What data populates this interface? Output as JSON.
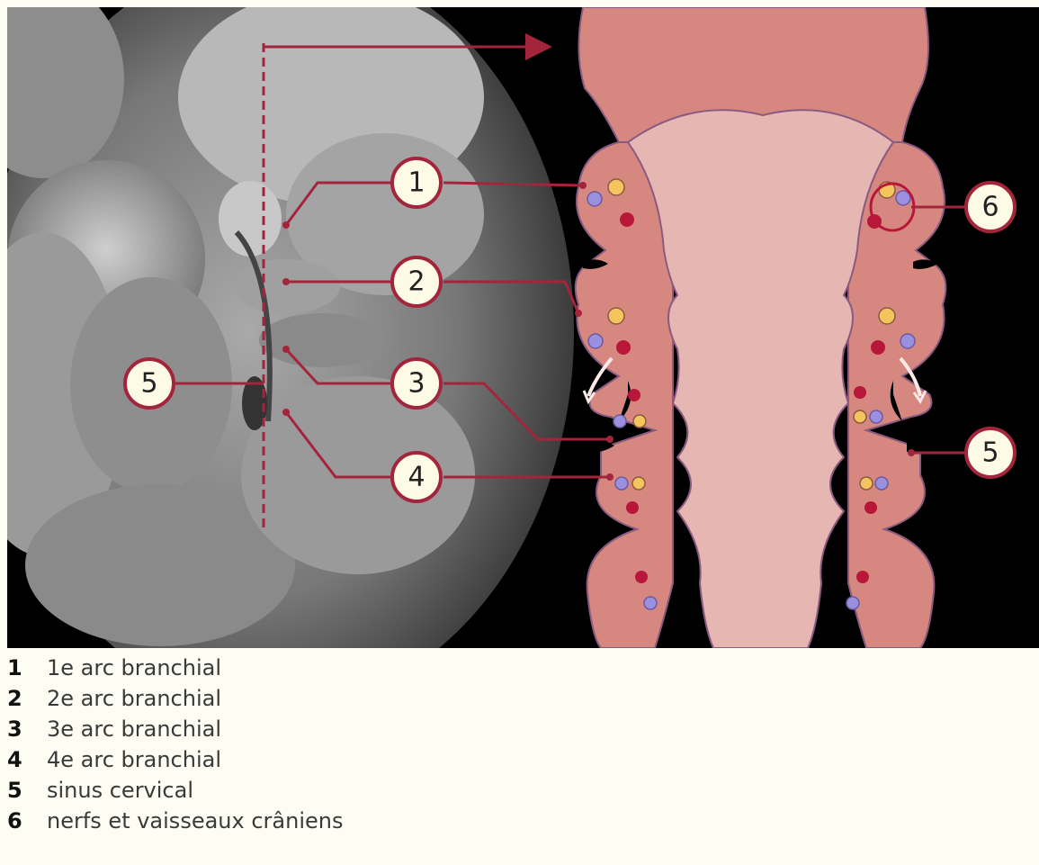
{
  "figure": {
    "callouts": {
      "c1": "1",
      "c2": "2",
      "c3": "3",
      "c4": "4",
      "c5_left": "5",
      "c5_right": "5",
      "c6": "6"
    }
  },
  "legend": [
    {
      "num": "1",
      "label": "1e arc branchial"
    },
    {
      "num": "2",
      "label": "2e arc branchial"
    },
    {
      "num": "3",
      "label": "3e arc branchial"
    },
    {
      "num": "4",
      "label": "4e arc branchial"
    },
    {
      "num": "5",
      "label": "sinus cervical"
    },
    {
      "num": "6",
      "label": "nerfs et vaisseaux crâniens"
    }
  ],
  "colors": {
    "background": "#fdfdf3",
    "figure_bg": "#000000",
    "tissue": "#d68880",
    "tissue_outline": "#8a5a80",
    "lumen": "#e6b6b2",
    "leader": "#a3253b",
    "callout_fill": "#fdfbe6",
    "nerve_blue": "#9b90e0",
    "vessel_red": "#b8173a",
    "vessel_yellow": "#f4c45e"
  }
}
